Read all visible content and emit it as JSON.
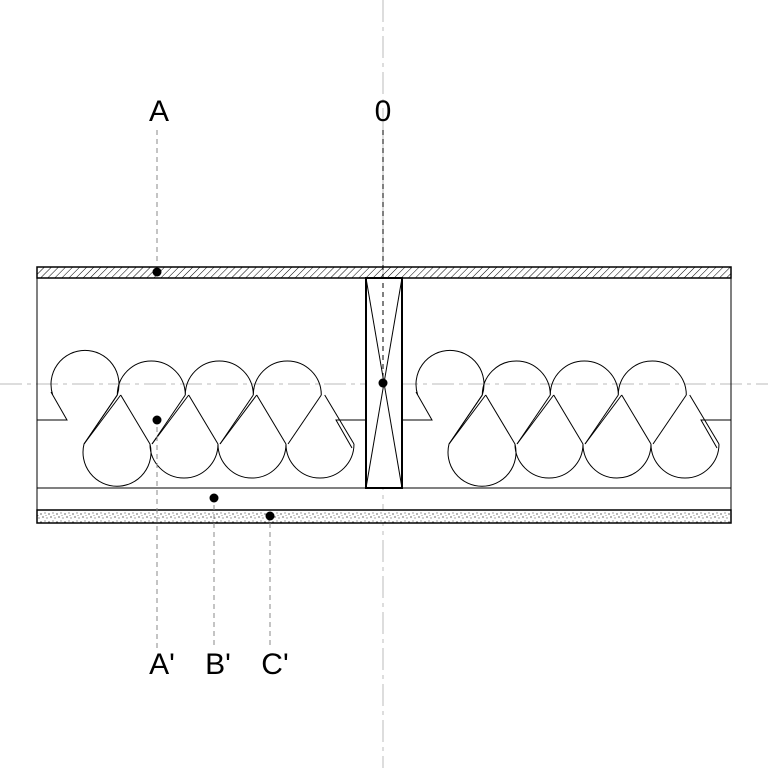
{
  "diagram": {
    "labels": {
      "a": "A",
      "zero": "0",
      "a_prime": "A'",
      "b_prime": "B'",
      "c_prime": "C'"
    },
    "colors": {
      "line": "#000000",
      "dashed_line": "#888888",
      "center_line": "#bbbbbb",
      "background": "#ffffff"
    }
  }
}
